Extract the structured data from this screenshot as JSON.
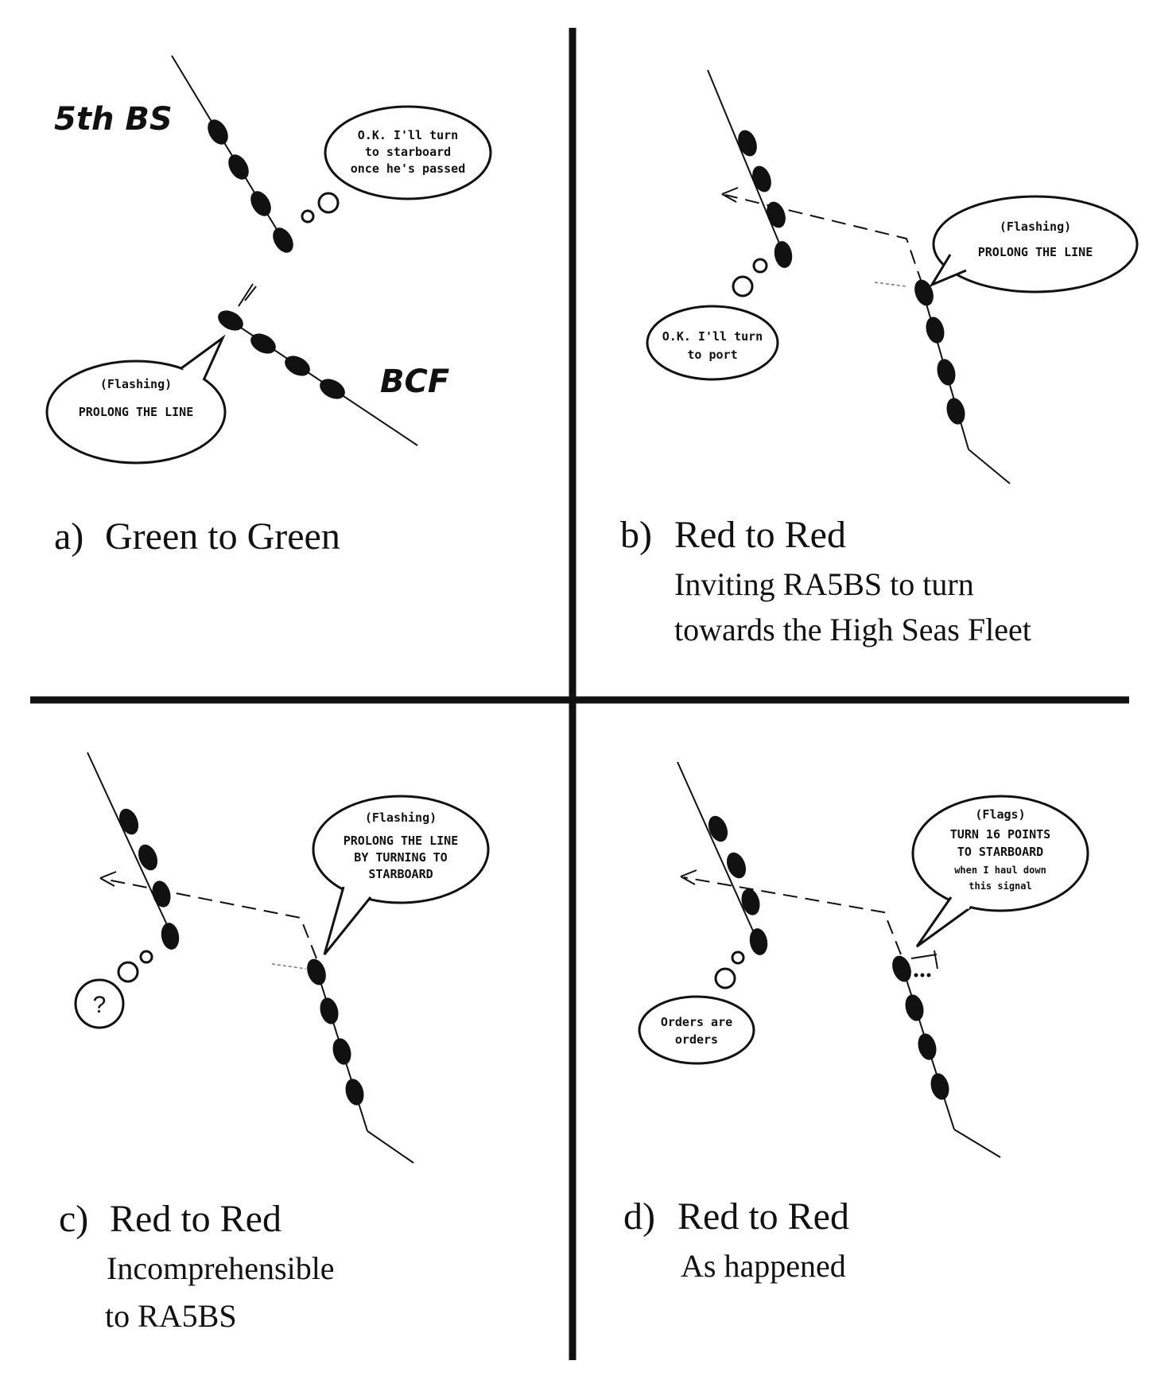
{
  "panels": {
    "a": {
      "letter": "a)",
      "caption": "Green to Green",
      "squadron_top": "5th BS",
      "squadron_bottom": "BCF",
      "thought": [
        "O.K. I'll turn",
        "to starboard",
        "once he's passed"
      ],
      "signal": [
        "(Flashing)",
        "PROLONG THE LINE"
      ]
    },
    "b": {
      "letter": "b)",
      "caption": "Red to Red",
      "sub": [
        "Inviting RA5BS to turn",
        "towards the High Seas Fleet"
      ],
      "thought": [
        "O.K. I'll turn",
        "to port"
      ],
      "signal": [
        "(Flashing)",
        "PROLONG THE LINE"
      ]
    },
    "c": {
      "letter": "c)",
      "caption": "Red to Red",
      "sub": [
        "Incomprehensible",
        "to RA5BS"
      ],
      "thought": [
        "?"
      ],
      "signal": [
        "(Flashing)",
        "PROLONG THE LINE",
        "BY TURNING TO",
        "STARBOARD"
      ]
    },
    "d": {
      "letter": "d)",
      "caption": "Red to Red",
      "sub": [
        "As happened"
      ],
      "thought": [
        "Orders are",
        "orders"
      ],
      "signal": [
        "(Flags)",
        "TURN 16 POINTS",
        "TO STARBOARD",
        "when I haul down",
        "this signal"
      ]
    }
  }
}
